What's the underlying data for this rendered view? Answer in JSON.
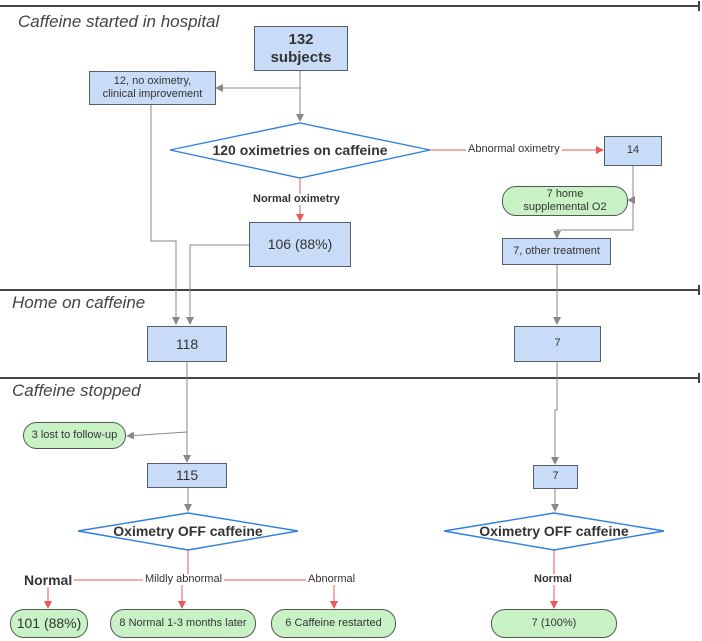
{
  "sections": {
    "hospital": "Caffeine started in hospital",
    "home": "Home on caffeine",
    "stopped": "Caffeine stopped"
  },
  "nodes": {
    "subjects_count": "132",
    "subjects_label": "subjects",
    "no_oximetry_line1": "12, no oximetry,",
    "no_oximetry_line2": "clinical improvement",
    "oximetries_on_caffeine": "120 oximetries on caffeine",
    "abnormal_count": "14",
    "home_o2_line1": "7 home",
    "home_o2_line2": "supplemental O2",
    "normal_106": "106 (88%)",
    "other_treatment": "7, other treatment",
    "home_118": "118",
    "home_7": "7",
    "lost_follow_up": "3 lost to follow-up",
    "n_115": "115",
    "n_7b": "7",
    "off_caffeine_left": "Oximetry OFF caffeine",
    "off_caffeine_right": "Oximetry OFF caffeine",
    "result_101": "101 (88%)",
    "result_8": "8  Normal 1-3 months later",
    "result_6": "6  Caffeine restarted",
    "result_7": "7 (100%)"
  },
  "edge_labels": {
    "abnormal_oximetry": "Abnormal oximetry",
    "normal_oximetry": "Normal oximetry",
    "normal_left": "Normal",
    "mildly_abnormal": "Mildly abnormal",
    "abnormal": "Abnormal",
    "normal_right": "Normal"
  },
  "colors": {
    "box_fill": "#c9dcf7",
    "pill_fill": "#c8f2c6",
    "diamond_stroke": "#2f7fe0",
    "positive_arrow": "#e8595b",
    "neutral_arrow": "#888888",
    "section_line": "#444444"
  }
}
